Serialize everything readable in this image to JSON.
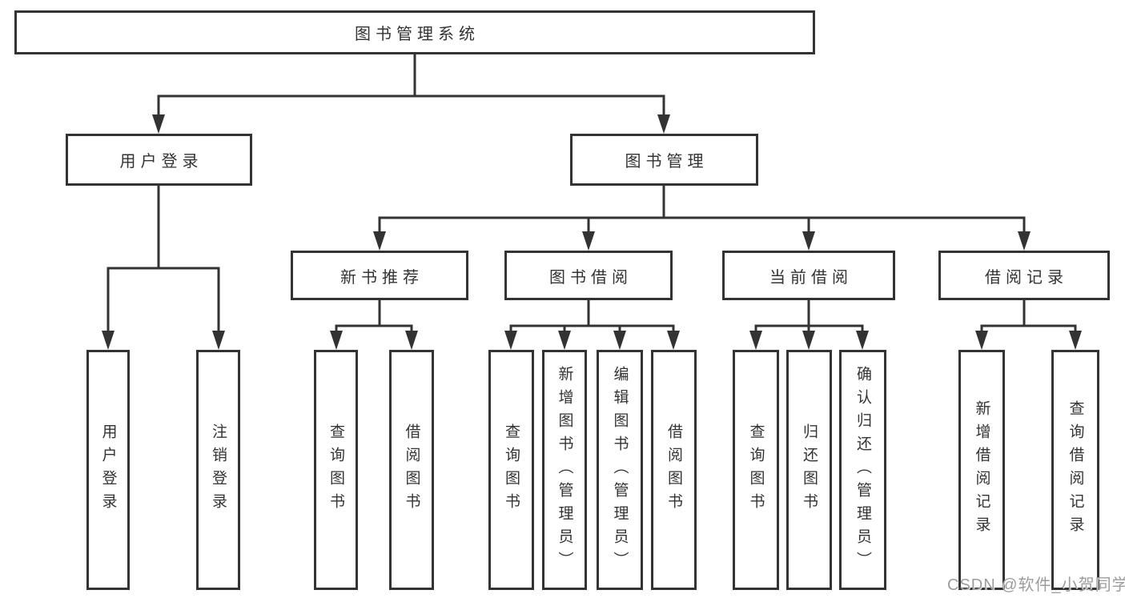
{
  "colors": {
    "line": "#333333",
    "text": "#333333",
    "watermark": "#9c9c9c"
  },
  "watermark": "CSDN @软件_小贺同学",
  "root": {
    "label": "图书管理系统"
  },
  "branches": [
    {
      "label": "用户登录",
      "children": [
        {
          "label": "用户登录"
        },
        {
          "label": "注销登录"
        }
      ]
    },
    {
      "label": "图书管理",
      "children": [
        {
          "label": "新书推荐",
          "children": [
            {
              "label": "查询图书"
            },
            {
              "label": "借阅图书"
            }
          ]
        },
        {
          "label": "图书借阅",
          "children": [
            {
              "label": "查询图书"
            },
            {
              "label": "新增图书（管理员）"
            },
            {
              "label": "编辑图书（管理员）"
            },
            {
              "label": "借阅图书"
            }
          ]
        },
        {
          "label": "当前借阅",
          "children": [
            {
              "label": "查询图书"
            },
            {
              "label": "归还图书"
            },
            {
              "label": "确认归还（管理员）"
            }
          ]
        },
        {
          "label": "借阅记录",
          "children": [
            {
              "label": "新增借阅记录"
            },
            {
              "label": "查询借阅记录"
            }
          ]
        }
      ]
    }
  ]
}
